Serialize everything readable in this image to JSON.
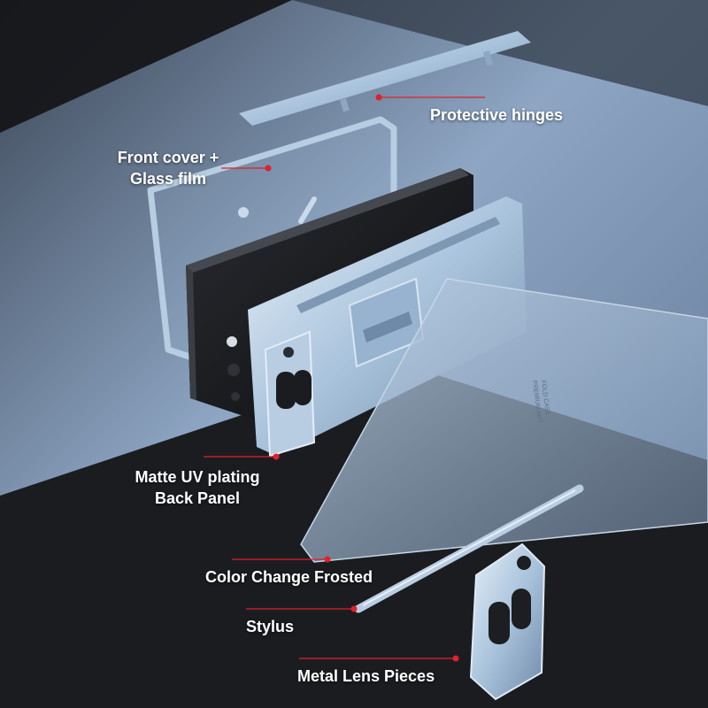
{
  "labels": {
    "protective_hinges": "Protective hinges",
    "front_cover_line1": "Front cover +",
    "front_cover_line2": "Glass film",
    "matte_line1": "Matte UV plating",
    "matte_line2": "Back Panel",
    "color_change": "Color Change Frosted",
    "stylus": "Stylus",
    "metal_lens": "Metal Lens Pieces"
  },
  "panel_print": {
    "line1": "FOLD CASE",
    "line2": "PREMIUM ART"
  },
  "colors": {
    "accent_red": "#e0202a",
    "case_blue": "#a9c3dc",
    "background_dark": "#1e2024",
    "background_blue": "#7f97b6"
  }
}
